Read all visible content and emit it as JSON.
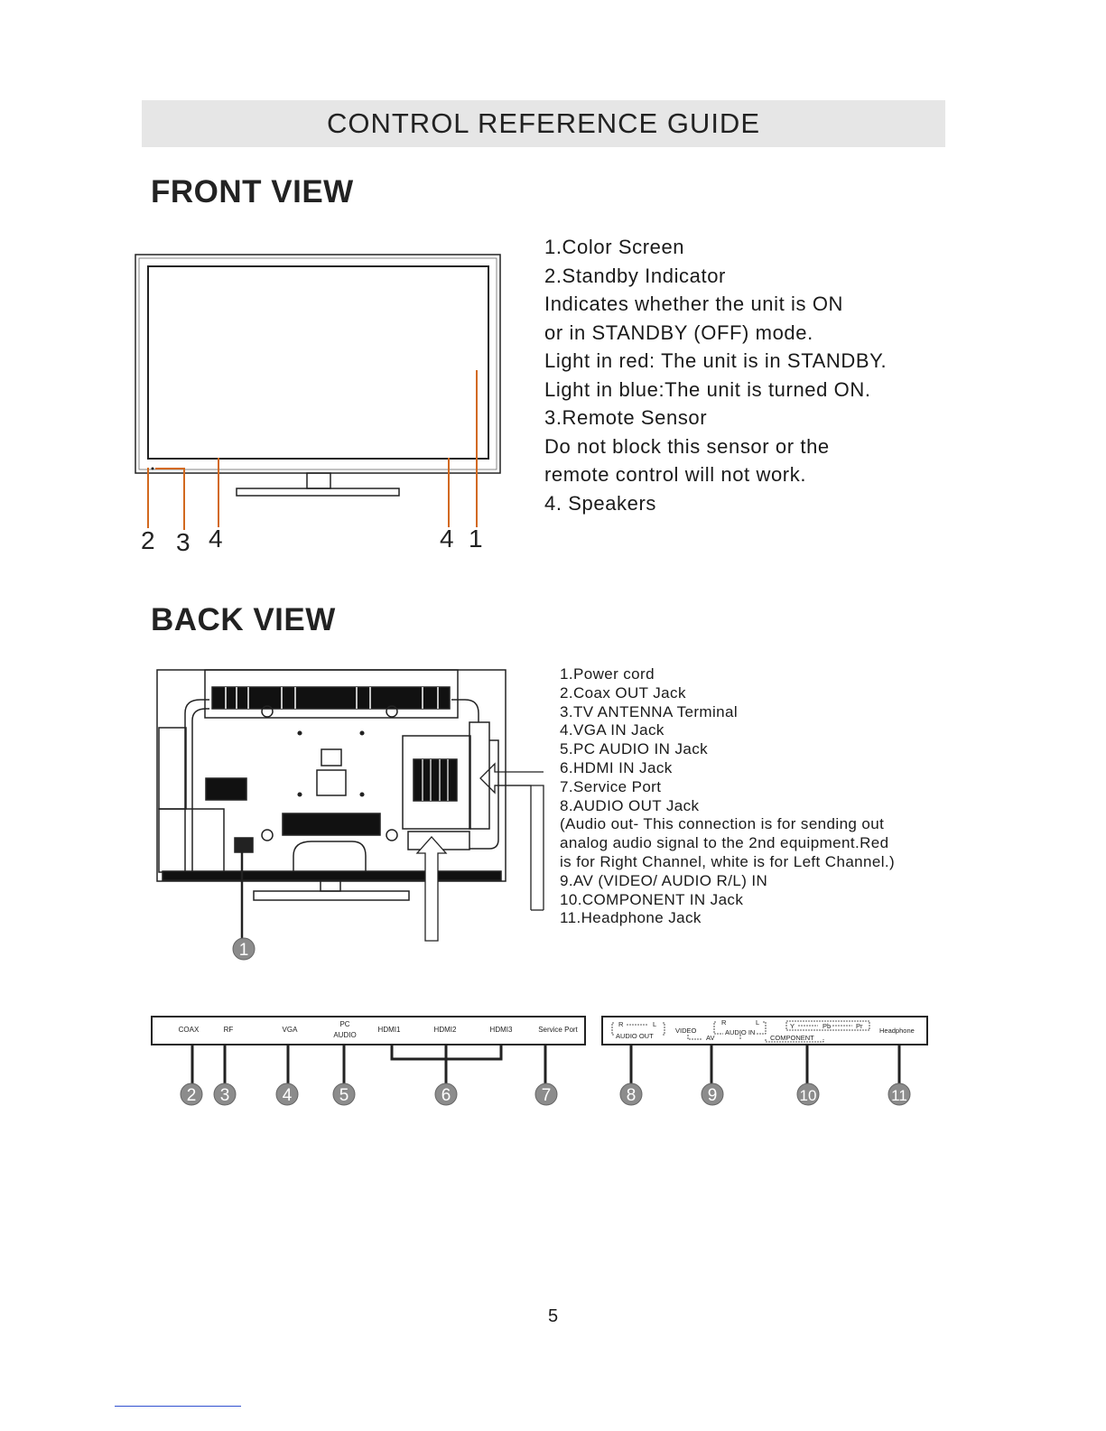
{
  "header": {
    "title": "CONTROL REFERENCE GUIDE"
  },
  "front_view": {
    "title": "FRONT VIEW",
    "callouts": [
      "2",
      "3",
      "4",
      "4",
      "1"
    ],
    "description": [
      "1.Color Screen",
      "2.Standby Indicator",
      "Indicates whether the unit is ON",
      "or in STANDBY (OFF) mode.",
      "Light in red: The unit is in STANDBY.",
      "Light in blue:The unit is turned ON.",
      "3.Remote Sensor",
      "Do not block this sensor or the",
      "remote control will not work.",
      "4. Speakers"
    ]
  },
  "back_view": {
    "title": "BACK VIEW",
    "callout": "1",
    "description": [
      "1.Power cord",
      "2.Coax OUT Jack",
      "3.TV ANTENNA Terminal",
      "4.VGA IN Jack",
      "5.PC AUDIO IN Jack",
      "6.HDMI IN Jack",
      "7.Service Port",
      "8.AUDIO OUT Jack",
      "(Audio out- This connection is for sending out",
      "analog audio signal to the 2nd equipment.Red",
      "is for Right Channel, white is for Left Channel.)",
      "9.AV (VIDEO/ AUDIO R/L) IN",
      "10.COMPONENT IN Jack",
      "11.Headphone Jack"
    ]
  },
  "side_panel": {
    "labels": {
      "coax": "COAX",
      "rf": "RF",
      "vga": "VGA",
      "pc": "PC",
      "audio": "AUDIO",
      "hdmi1": "HDMI1",
      "hdmi2": "HDMI2",
      "hdmi3": "HDMI3",
      "service_port": "Service Port"
    },
    "badges": [
      "2",
      "3",
      "4",
      "5",
      "6",
      "7"
    ]
  },
  "bottom_panel": {
    "labels": {
      "r": "R",
      "l": "L",
      "audio_out": "AUDIO OUT",
      "video": "VIDEO",
      "av": "AV",
      "audio_in": "AUDIO IN",
      "y": "Y",
      "pb": "Pb",
      "pr": "Pr",
      "component": "COMPONENT",
      "headphone": "Headphone"
    },
    "badges": [
      "8",
      "9",
      "10",
      "11"
    ]
  },
  "colors": {
    "callout_line": "#d2691e",
    "badge_fill": "#8c8c8c",
    "banner_bg": "#e6e6e6"
  },
  "page": {
    "number": "5"
  }
}
